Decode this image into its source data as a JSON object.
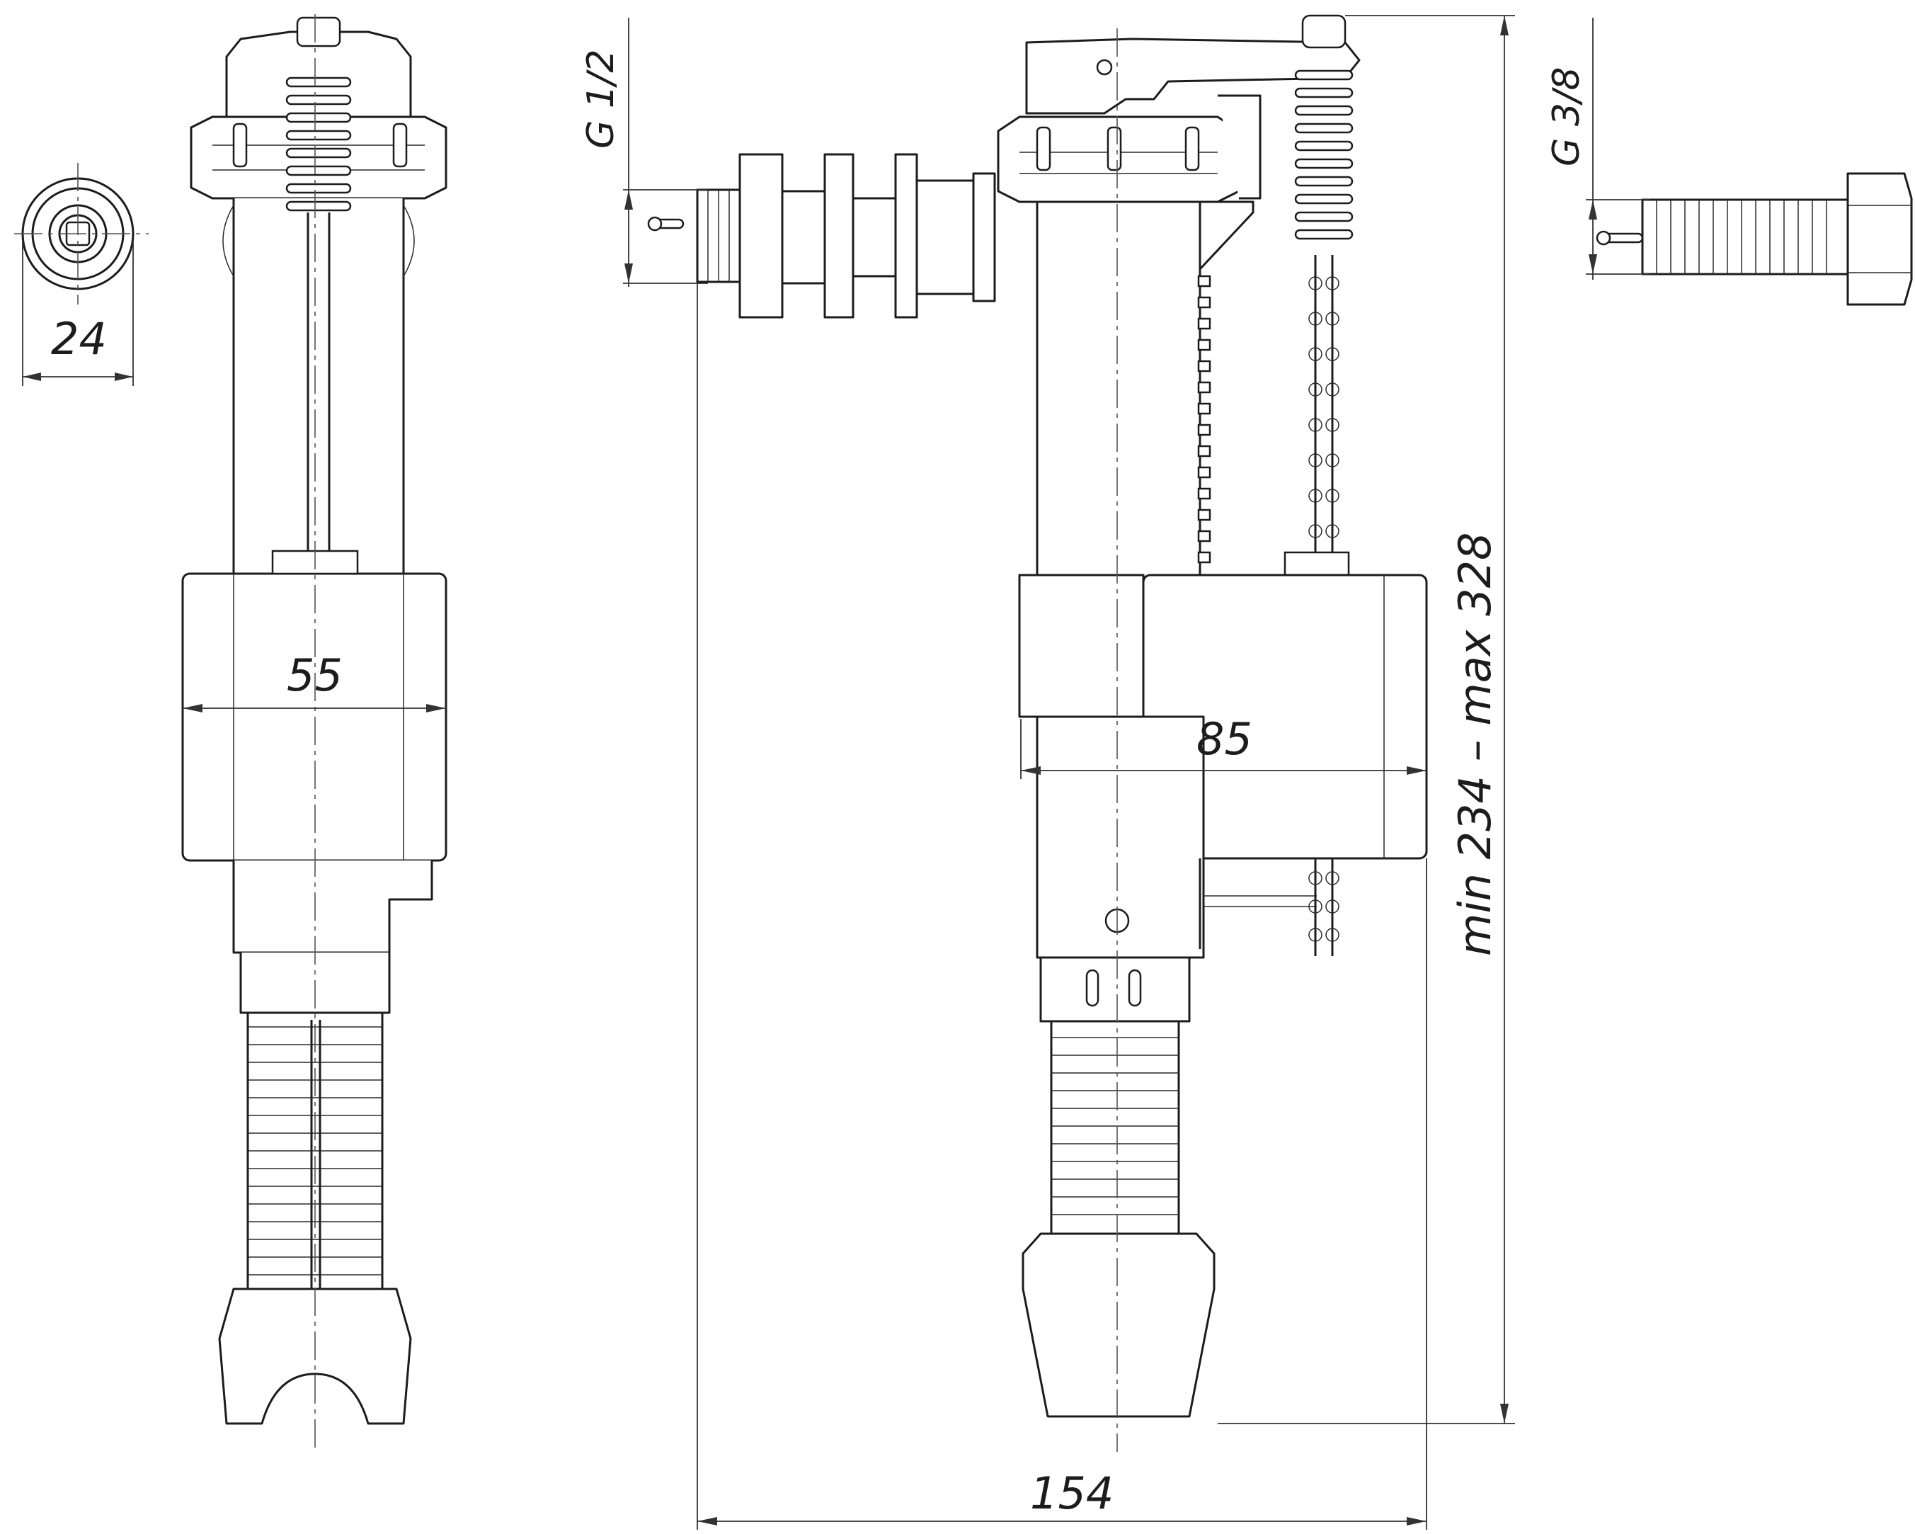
{
  "dimensions": {
    "nut_diameter": "24",
    "float_width_front": "55",
    "float_width_side": "85",
    "overall_width": "154",
    "height_range": "min 234 – max 328"
  },
  "threads": {
    "inlet_thread": "G 1/2",
    "outlet_thread": "G 3/8"
  }
}
